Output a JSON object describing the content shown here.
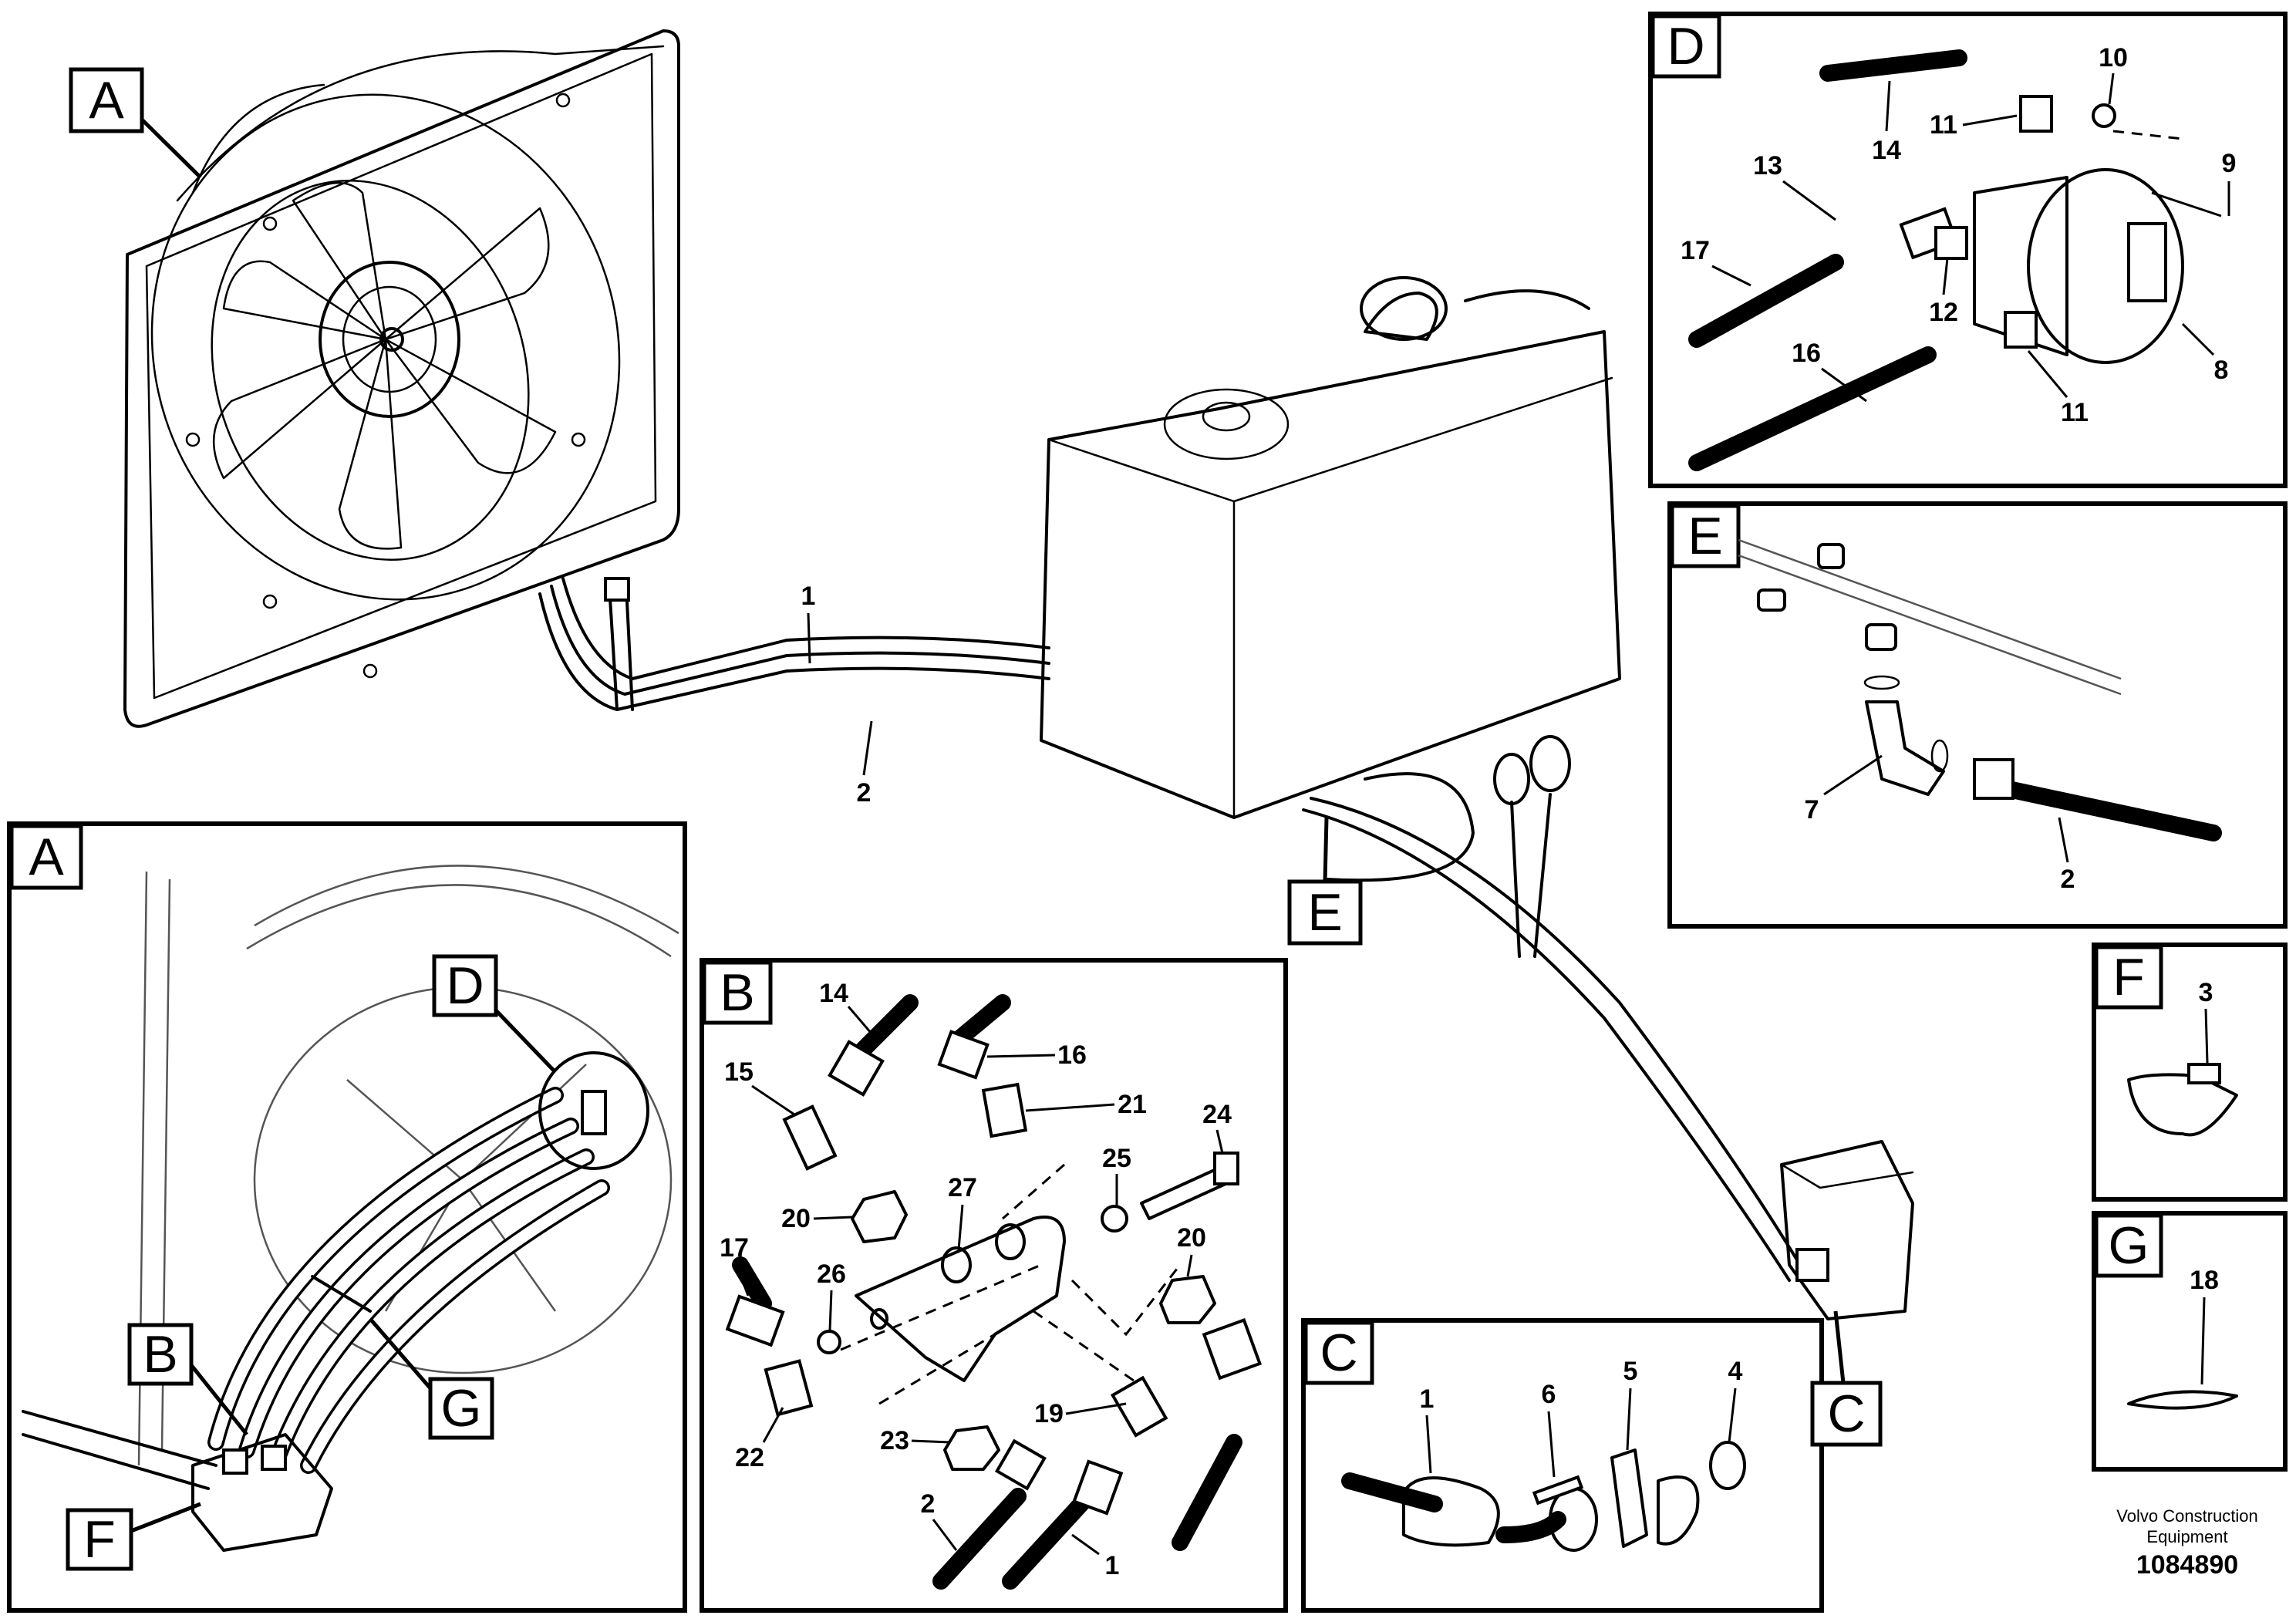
{
  "view_tags": {
    "main_A": "A",
    "main_E": "E",
    "panel_A": "A",
    "panel_B": "B",
    "panel_C": "C",
    "panel_D": "D",
    "panel_E": "E",
    "panel_F": "F",
    "panel_G": "G",
    "detail_B": "B",
    "detail_C": "C",
    "detail_D": "D",
    "detail_F": "F",
    "detail_G": "G"
  },
  "part_numbers": {
    "main": {
      "hose_1": "1",
      "hose_2": "2"
    },
    "panel_d": [
      "10",
      "14",
      "11",
      "9",
      "13",
      "17",
      "12",
      "16",
      "8",
      "11"
    ],
    "panel_e": [
      "7",
      "2"
    ],
    "panel_f": [
      "3"
    ],
    "panel_g": [
      "18"
    ],
    "panel_b": [
      "14",
      "16",
      "15",
      "21",
      "24",
      "25",
      "20",
      "27",
      "17",
      "20",
      "26",
      "19",
      "23",
      "22",
      "2",
      "1"
    ],
    "panel_c": [
      "1",
      "6",
      "5",
      "4"
    ]
  },
  "footer": {
    "brand_line1": "Volvo Construction",
    "brand_line2": "Equipment",
    "doc_number": "1084890"
  }
}
